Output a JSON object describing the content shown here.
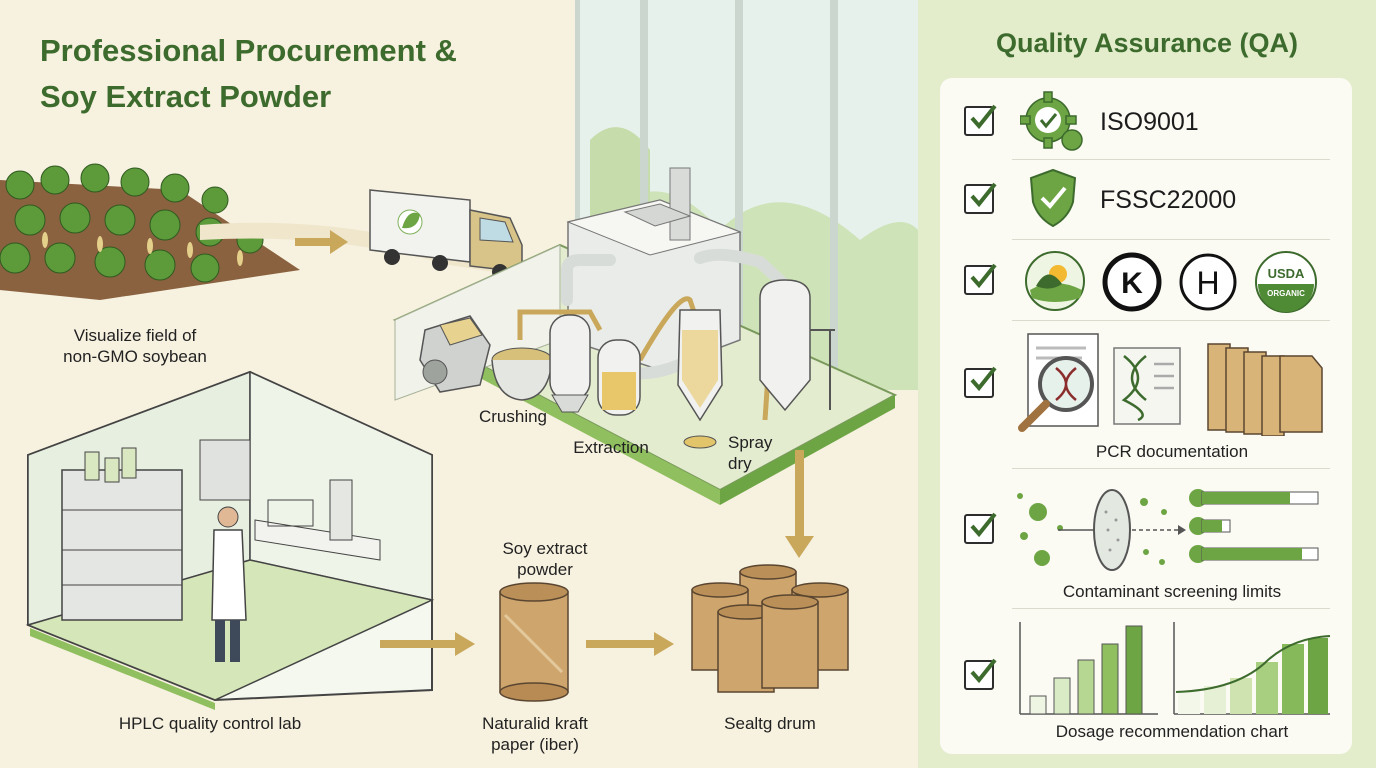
{
  "title": {
    "line1": "Professional Procurement &",
    "line2": "Soy Extract Powder"
  },
  "labels": {
    "field": [
      "Visualize field of",
      "non-GMO soybean"
    ],
    "crushing": "Crushing",
    "extraction": "Extraction",
    "spray": [
      "Spray",
      "dry"
    ],
    "powder": [
      "Soy extract",
      "powder"
    ],
    "lab": "HPLC quality control lab",
    "kraft": [
      "Naturalid kraft",
      "paper (iber)"
    ],
    "drum": "Sealtg drum"
  },
  "qa": {
    "title": "Quality Assurance (QA)",
    "iso": "ISO9001",
    "fssc": "FSSC22000",
    "badges": {
      "kosher": "K",
      "halal": "H",
      "usda_top": "USDA",
      "usda_bottom": "ORGANIC"
    },
    "pcr": "PCR documentation",
    "contaminant": "Contaminant screening limits",
    "dosage": "Dosage recommendation chart"
  },
  "icons": [
    "check-icon",
    "gear-icon",
    "shield-icon",
    "leaf-sun-icon",
    "magnifier-icon",
    "dna-icon",
    "folder-icon",
    "filter-icon",
    "truck-icon",
    "leaf-icon"
  ],
  "colors": {
    "accent_green": "#3d6b2d",
    "light_green": "#8fbf5e",
    "arrow_gold": "#c9a85c",
    "kraft": "#cfa56e"
  }
}
